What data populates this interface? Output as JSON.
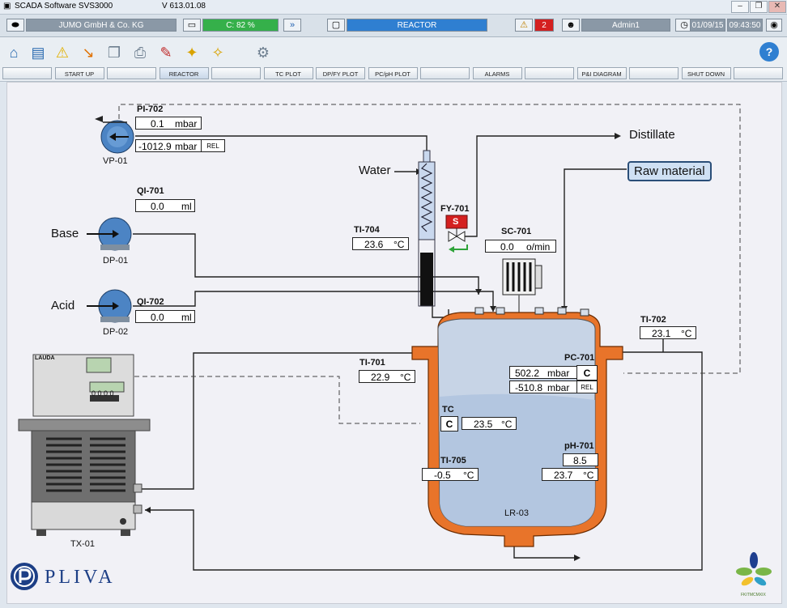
{
  "window": {
    "app_title": "SCADA Software  SVS3000",
    "version": "V 613.01.08",
    "minimize_glyph": "–",
    "restore_glyph": "❐",
    "close_glyph": "✕"
  },
  "status": {
    "company": "JUMO GmbH & Co. KG",
    "cpu": "C:  82 %",
    "screen": "REACTOR",
    "alarm_count": "2",
    "user": "Admin1",
    "date": "01/09/15",
    "time": "09:43:50"
  },
  "nav": [
    "",
    "START UP",
    "",
    "REACTOR",
    "",
    "TC PLOT",
    "DP/FY PLOT",
    "PC/pH PLOT",
    "",
    "ALARMS",
    "",
    "P&I DIAGRAM",
    "",
    "SHUT DOWN",
    ""
  ],
  "nav_active_index": 3,
  "toolbar": {
    "help": "?"
  },
  "colors": {
    "accent": "#2f7fd1",
    "ok_green": "#3fbf4a",
    "alarm_red": "#d42020",
    "jacket": "#e8742a"
  },
  "diagram": {
    "vp01": {
      "tag": "PI-702",
      "value": "0.1",
      "unit": "mbar",
      "rel_value": "-1012.9",
      "rel_unit": "mbar",
      "rel": "REL",
      "name": "VP-01"
    },
    "qi701": {
      "tag": "QI-701",
      "value": "0.0",
      "unit": "ml"
    },
    "qi702": {
      "tag": "QI-702",
      "value": "0.0",
      "unit": "ml"
    },
    "dp01": {
      "name": "DP-01",
      "label": "Base"
    },
    "dp02": {
      "name": "DP-02",
      "label": "Acid"
    },
    "water": "Water",
    "distillate": "Distillate",
    "raw_material": "Raw material",
    "fy701": {
      "tag": "FY-701",
      "state": "S"
    },
    "ti704": {
      "tag": "TI-704",
      "value": "23.6",
      "unit": "°C"
    },
    "sc701": {
      "tag": "SC-701",
      "value": "0.0",
      "unit": "o/min"
    },
    "ti702": {
      "tag": "TI-702",
      "value": "23.1",
      "unit": "°C"
    },
    "ti701": {
      "tag": "TI-701",
      "value": "22.9",
      "unit": "°C"
    },
    "pc701": {
      "tag": "PC-701",
      "value": "502.2",
      "unit": "mbar",
      "mode": "C",
      "rel_value": "-510.8",
      "rel_unit": "mbar",
      "rel": "REL"
    },
    "tc": {
      "tag": "TC",
      "mode": "C",
      "value": "23.5",
      "unit": "°C"
    },
    "ti705": {
      "tag": "TI-705",
      "value": "-0.5",
      "unit": "°C"
    },
    "ph701": {
      "tag": "pH-701",
      "value": "8.5",
      "temp": "23.7",
      "temp_unit": "°C"
    },
    "reactor": "LR-03",
    "thermostat": {
      "name": "TX-01",
      "brand": "LAUDA",
      "display": "0 0 0 0"
    },
    "logo": "PLIVA",
    "logo2": "FKITMCMXIX"
  }
}
